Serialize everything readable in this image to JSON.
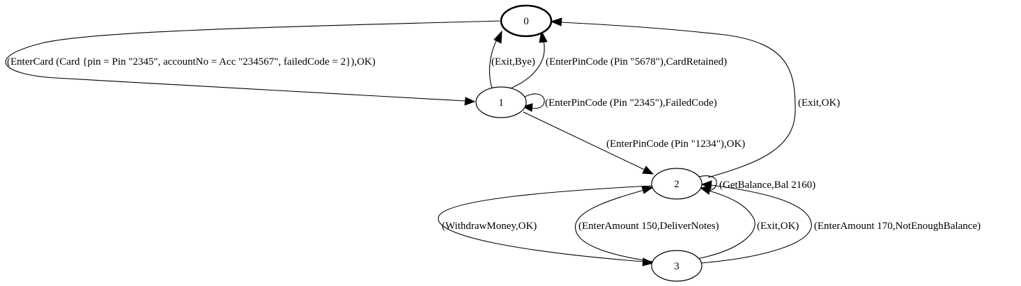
{
  "states": [
    {
      "id": "0",
      "label": "0",
      "initial": true
    },
    {
      "id": "1",
      "label": "1",
      "initial": false
    },
    {
      "id": "2",
      "label": "2",
      "initial": false
    },
    {
      "id": "3",
      "label": "3",
      "initial": false
    }
  ],
  "transitions": [
    {
      "from": "0",
      "to": "1",
      "label": "(EnterCard (Card {pin = Pin \"2345\", accountNo = Acc \"234567\", failedCode = 2}),OK)"
    },
    {
      "from": "1",
      "to": "0",
      "label": "(Exit,Bye)"
    },
    {
      "from": "1",
      "to": "0",
      "label": "(EnterPinCode (Pin \"5678\"),CardRetained)"
    },
    {
      "from": "1",
      "to": "1",
      "label": "(EnterPinCode (Pin \"2345\"),FailedCode)"
    },
    {
      "from": "1",
      "to": "2",
      "label": "(EnterPinCode (Pin \"1234\"),OK)"
    },
    {
      "from": "2",
      "to": "0",
      "label": "(Exit,OK)"
    },
    {
      "from": "2",
      "to": "2",
      "label": "(GetBalance,Bal 2160)"
    },
    {
      "from": "2",
      "to": "3",
      "label": "(WithdrawMoney,OK)"
    },
    {
      "from": "3",
      "to": "2",
      "label": "(EnterAmount 150,DeliverNotes)"
    },
    {
      "from": "3",
      "to": "2",
      "label": "(Exit,OK)"
    },
    {
      "from": "3",
      "to": "2",
      "label": "(EnterAmount 170,NotEnoughBalance)"
    }
  ]
}
